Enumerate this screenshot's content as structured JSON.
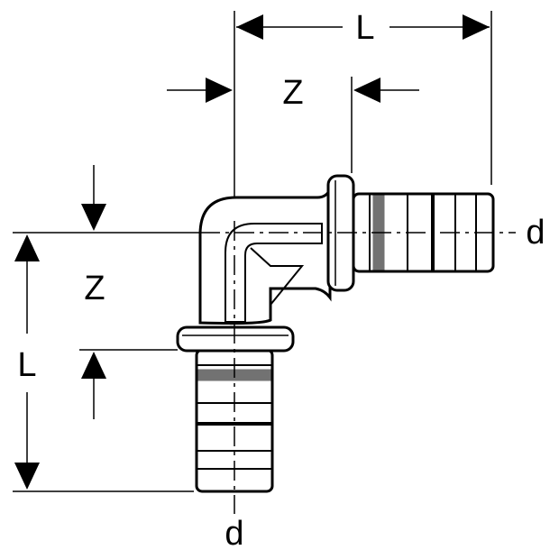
{
  "diagram": {
    "labels": {
      "length_top": "L",
      "z_top": "Z",
      "length_left": "L",
      "z_left": "Z",
      "diameter_right": "d",
      "diameter_bottom": "d"
    },
    "colors": {
      "line": "#000000",
      "background": "#ffffff"
    }
  }
}
